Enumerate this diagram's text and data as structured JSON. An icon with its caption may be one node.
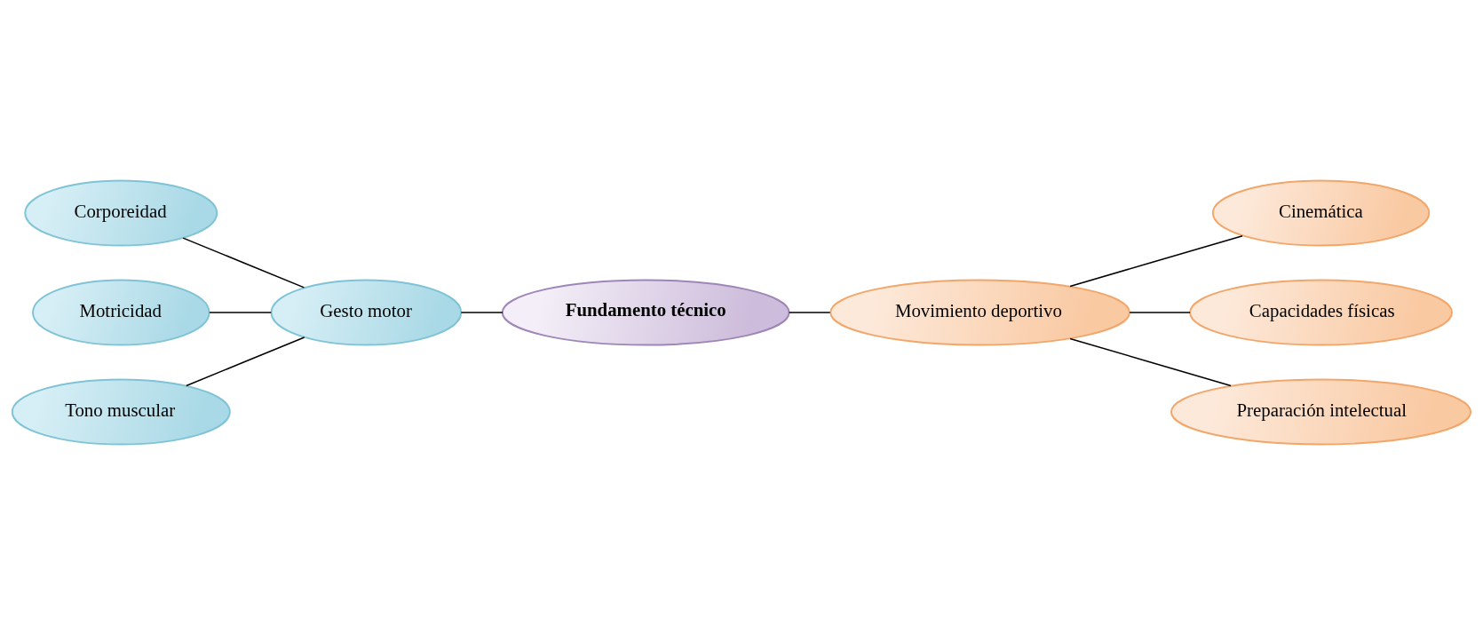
{
  "diagram": {
    "nodes": [
      {
        "text": [
          "Corporeidad"
        ]
      },
      {
        "text": [
          "Motricidad"
        ]
      },
      {
        "text": [
          "Tono muscular"
        ]
      },
      {
        "text": [
          "Gesto motor"
        ]
      },
      {
        "text": [
          "Fundamento técnico"
        ]
      },
      {
        "text": [
          "Cinemática"
        ]
      },
      {
        "text": [
          "Movimiento deportivo"
        ]
      },
      {
        "text": [
          "Capacidades físicas"
        ]
      },
      {
        "text": [
          "Preparación intelectual"
        ]
      }
    ],
    "edges": [
      {
        "from": 0,
        "to": 3,
        "arrow": "none"
      },
      {
        "from": 1,
        "to": 3,
        "arrow": "none"
      },
      {
        "from": 2,
        "to": 3,
        "arrow": "none"
      },
      {
        "from": 3,
        "to": 4,
        "arrow": "none"
      },
      {
        "from": 4,
        "to": 6,
        "arrow": "none"
      },
      {
        "from": 6,
        "to": 5,
        "arrow": "none"
      },
      {
        "from": 6,
        "to": 7,
        "arrow": "none"
      },
      {
        "from": 6,
        "to": 8,
        "arrow": "none"
      }
    ]
  }
}
